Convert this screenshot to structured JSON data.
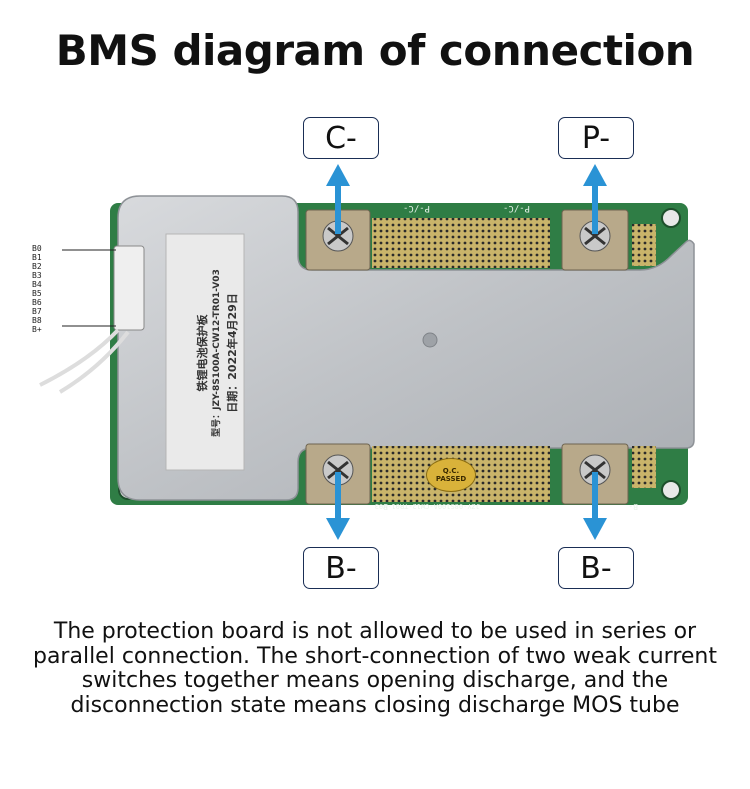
{
  "title": "BMS diagram of connection",
  "terminals": {
    "c_minus": "C-",
    "p_minus": "P-",
    "b_minus_left": "B-",
    "b_minus_right": "B-"
  },
  "wire_labels": [
    "B0",
    "B1",
    "B2",
    "B3",
    "B4",
    "B5",
    "B6",
    "B7",
    "B8",
    "B+"
  ],
  "sticker": {
    "line1": "铁锂电池保护板",
    "line2": "型号：JZY-8S100A-CW12-TR01-V03",
    "line3": "日期：2022年4月29日"
  },
  "pcb_marks": {
    "top_left": "P-/C-",
    "top_right": "P-/C-",
    "bottom_left": "B-",
    "bottom_code": "JZY-08S100A-CW12-TR01-V03",
    "bottom_right": "B-"
  },
  "qc_badge": {
    "line1": "Q.C.",
    "line2": "PASSED"
  },
  "note": "The protection board is not allowed to be used in series or parallel connection. The short-connection of two weak current switches together means opening discharge, and the disconnection state means closing discharge MOS tube",
  "colors": {
    "arrow": "#2a93d5",
    "pcb": "#2f7d45",
    "case": "#c9ccd0"
  }
}
